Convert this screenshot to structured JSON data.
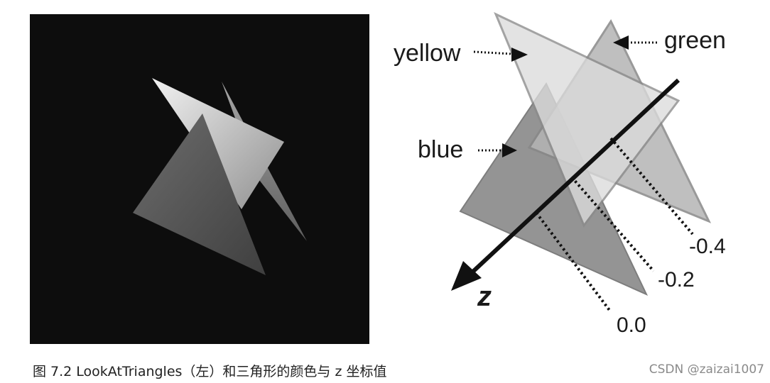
{
  "labels": {
    "yellow": "yellow",
    "green": "green",
    "blue": "blue",
    "z_axis": "z",
    "z_neg04": "-0.4",
    "z_neg02": "-0.2",
    "z_00": "0.0"
  },
  "caption": "图 7.2  LookAtTriangles（左）和三角形的颜色与 z 坐标值",
  "watermark": "CSDN @zaizai1007",
  "colors": {
    "left_bg": "#0d0d0d",
    "yellow_tri": "#e6e6e6",
    "green_tri": "#9d9d9d",
    "blue_tri": "#777777",
    "axis": "#111111"
  }
}
